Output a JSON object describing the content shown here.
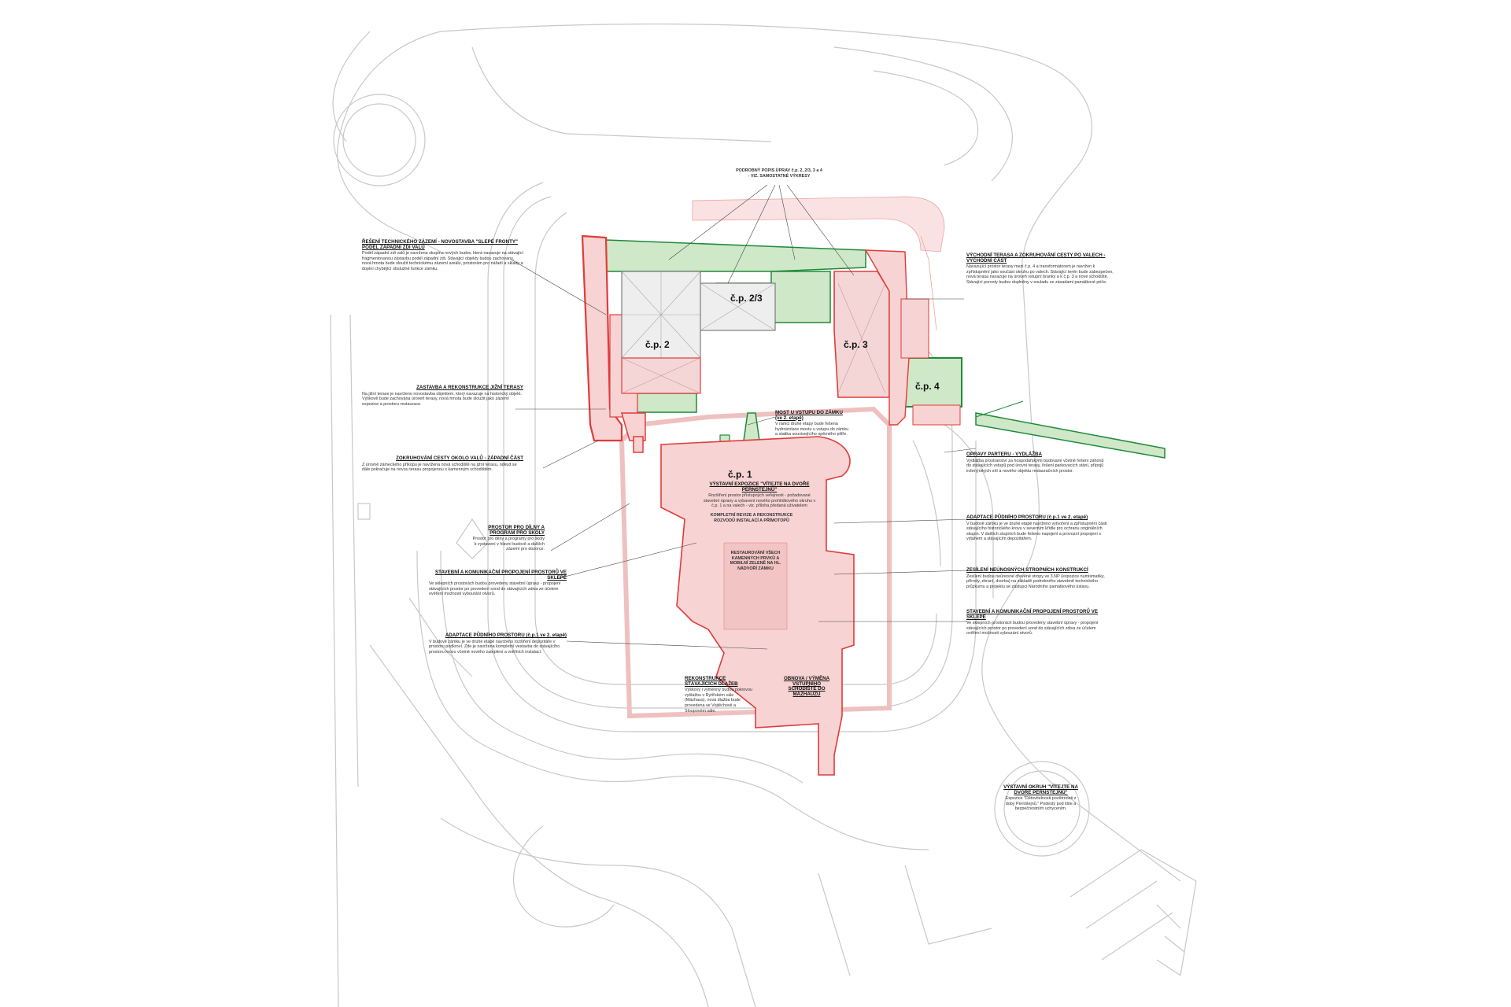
{
  "buildings": {
    "cp1": "č.p. 1",
    "cp2": "č.p. 2",
    "cp23": "č.p. 2/3",
    "cp3": "č.p. 3",
    "cp4": "č.p. 4"
  },
  "annotations": {
    "top": {
      "title": "PODROBNÝ POPIS ÚPRAV č.p. 2, 2/3, 3 a 4",
      "sub": "- VIZ. SAMOSTATNÉ VÝKRESY"
    },
    "tech": {
      "title": "ŘEŠENÍ TECHNICKÉHO ZÁZEMÍ - NOVOSTAVBA \"SLEPÉ FRONTY\" PODÉL ZÁPADNÍ ZDI VALŮ",
      "body": "Podél západní zdi valů je navržena skupina nových budov, která navazuje na stávající fragmentovanou zástavbu podél západní zdi. Stávající objekty budou zachovány, nová hmota bude sloužit technickému zázemí areálu, prostorám pro nářadí a sklady a doplní chybějící obslužné funkce zámku."
    },
    "terrace_s": {
      "title": "ZASTAVBA A REKONSTRUKCE JIŽNÍ TERASY",
      "body": "Na jižní terase je navrženo novostavba objektem, který navazuje na historický objekt. Výškově bude zachována úroveň terasy, nová hmota bude sloužit jako zázemí expozice a prostoru restaurace."
    },
    "walk_w": {
      "title": "ZOKRUHOVÁNÍ CESTY OKOLO VALŮ - ZÁPADNÍ ČÁST",
      "body": "Z úrovně zámeckého příkopu je navržena nová schodiště na jižní terasu, odkud se dále pokračuje na novou terasu propojenou s kamenným schodištěm."
    },
    "kids": {
      "title": "PROSTOR PRO DÍLNY A PROGRAM PRO ŠKOLY",
      "body": "Prostor pro dílny a programy pro školy k vystavení v hlavní budově a dalších zázemí pro dozorce."
    },
    "cellar_w": {
      "title": "STAVEBNÍ A KOMUNIKAČNÍ PROPOJENÍ PROSTORŮ VE SKLEPĚ",
      "body": "Ve sklepních prostorách budou provedeny stavební úpravy - propojení stávajících prostor po provedení sond do stávajících zdiva ze účelem ověření možnosti vybourání otvorů."
    },
    "attic_w": {
      "title": "ADAPTACE PŮDNÍHO PROSTORU (č.p.1 ve 2. etapě)",
      "body": "V budově zámku je ve druhé etapě navrženo rozšíření depozitáře v prostoru podkroví. Zde je navržena kompletní vestavba do stávajícího prostoru krovu včetně nového zateplení a vnitřních instalací."
    },
    "bridge": {
      "title": "MOST U VSTUPU DO ZÁMKU (ve 2. etapě)",
      "body": "V rámci druhé etapy bude řešena hydroizolace mostu u vstupu do zámku a statika souvisejícího opěrného pilíře."
    },
    "expo": {
      "title": "VÝSTAVNÍ EXPOZICE \"VÍTEJTE NA DVOŘE PERNŠTEJNŮ\"",
      "body": "Rozšíření prostor přístupných veřejnosti - požadované stavební úpravy a vybavení nového prohlídkového okruhu v č.p. 1 a na valech - viz. příloha předaná uživatelem"
    },
    "revision": {
      "title": "KOMPLETNÍ REVIZE A REKONSTRUKCE ROZVODŮ INSTALACÍ A PŘÍMOTOPŮ"
    },
    "restore": {
      "title": "RESTAUROVÁNÍ VŠECH KAMENNÝCH PRVKŮ A MOBILNÍ ZELENĚ NA HL. NÁDVOŘÍ ZÁMKU"
    },
    "tiles": {
      "title": "REKONSTRUKCE STÁVAJÍCÍCH DLAŽEB",
      "body": "Výškový i výměnný budou pokrovou vyšlažbu v Rytířském sále (Mázhaus), nová dlažba bude provedena ve Vojtěchově a Sloupovém sále."
    },
    "stairs": {
      "title": "OBNOVA / VÝMĚNA VSTUPNÍHO SCHODIŠTĚ DO MÁZHAUZU"
    },
    "east_terrace": {
      "title": "VÝCHODNÍ TERASA A ZOKRUHOVÁNÍ CESTY PO VALECH - VÝCHODNÍ ČÁST",
      "body": "Navazující prostor terasy mezi č.p. 4 a transformátorem je navržen k zpřístupnění jako součást okruhu po valech. Stávající terén bude zabezpečen, nová terasa navazuje na úroveň vstupní branky a k č.p. 3 a nové schodiště. Stávající porosty budou doplněny v souladu se zásadami památkové péče."
    },
    "parter": {
      "title": "OPRAVY PARTERU - VYDLÁŽBA",
      "body": "Vydlážba prostranství za hospodářskými budovami včetně řešení záhonů do stávajících vstupů pod úrovní terasy, řešení parkovacích stání, přípojů inženýrských sítí a nového objektu restauračních prostor."
    },
    "attic_e": {
      "title": "ADAPTACE PŮDNÍHO PROSTORU (č.p.1 ve 2. etapě)",
      "body": "V budově zámku je ve druhé etapě navrženo vytvoření a zpřístupnění části stávajícího historického krovu v severním křídle pro ochranu originálních skupin. V dalších stupních bude řešeno napojení a provozní propojení s výtahem a stávajícím depozitářem."
    },
    "ceiling": {
      "title": "ZESÍLENÍ NEÚNOSNÝCH STROPNÍCH KONSTRUKCÍ",
      "body": "Zesílení budou neúnosné dřevěné stropy ve 3.NP (expozice numismatiky, přírody, zbraní, dvorba) na základě podrobného stavebně technického průzkumu a projektu se zástupci Národního památkového ústavu."
    },
    "cellar_e": {
      "title": "STAVEBNÍ A KOMUNIKAČNÍ PROPOJENÍ PROSTORŮ VE SKLEPĚ",
      "body": "Ve sklepních prostorách budou provedeny stavební úpravy - propojení stávajících prostor po provedení sond do stávajících zdiva ze účelem ověření možnosti vybourání otvorů."
    },
    "circuit": {
      "title": "VÝSTAVNÍ OKRUH \"VÍTEJTE NA DVOŘE PERNŠTEJNŮ\"",
      "body": "Expozice \"Dětovitelnosti povětrnosti z doby Pernštejnů.\" Podesty pod lište a bezpečnostním uchycením."
    }
  },
  "colors": {
    "red": "#e23b3b",
    "pink_fill": "#f7d3d3",
    "green": "#1f8a3a",
    "green_fill": "#cfe8c8",
    "outline": "#bfbfbf"
  }
}
